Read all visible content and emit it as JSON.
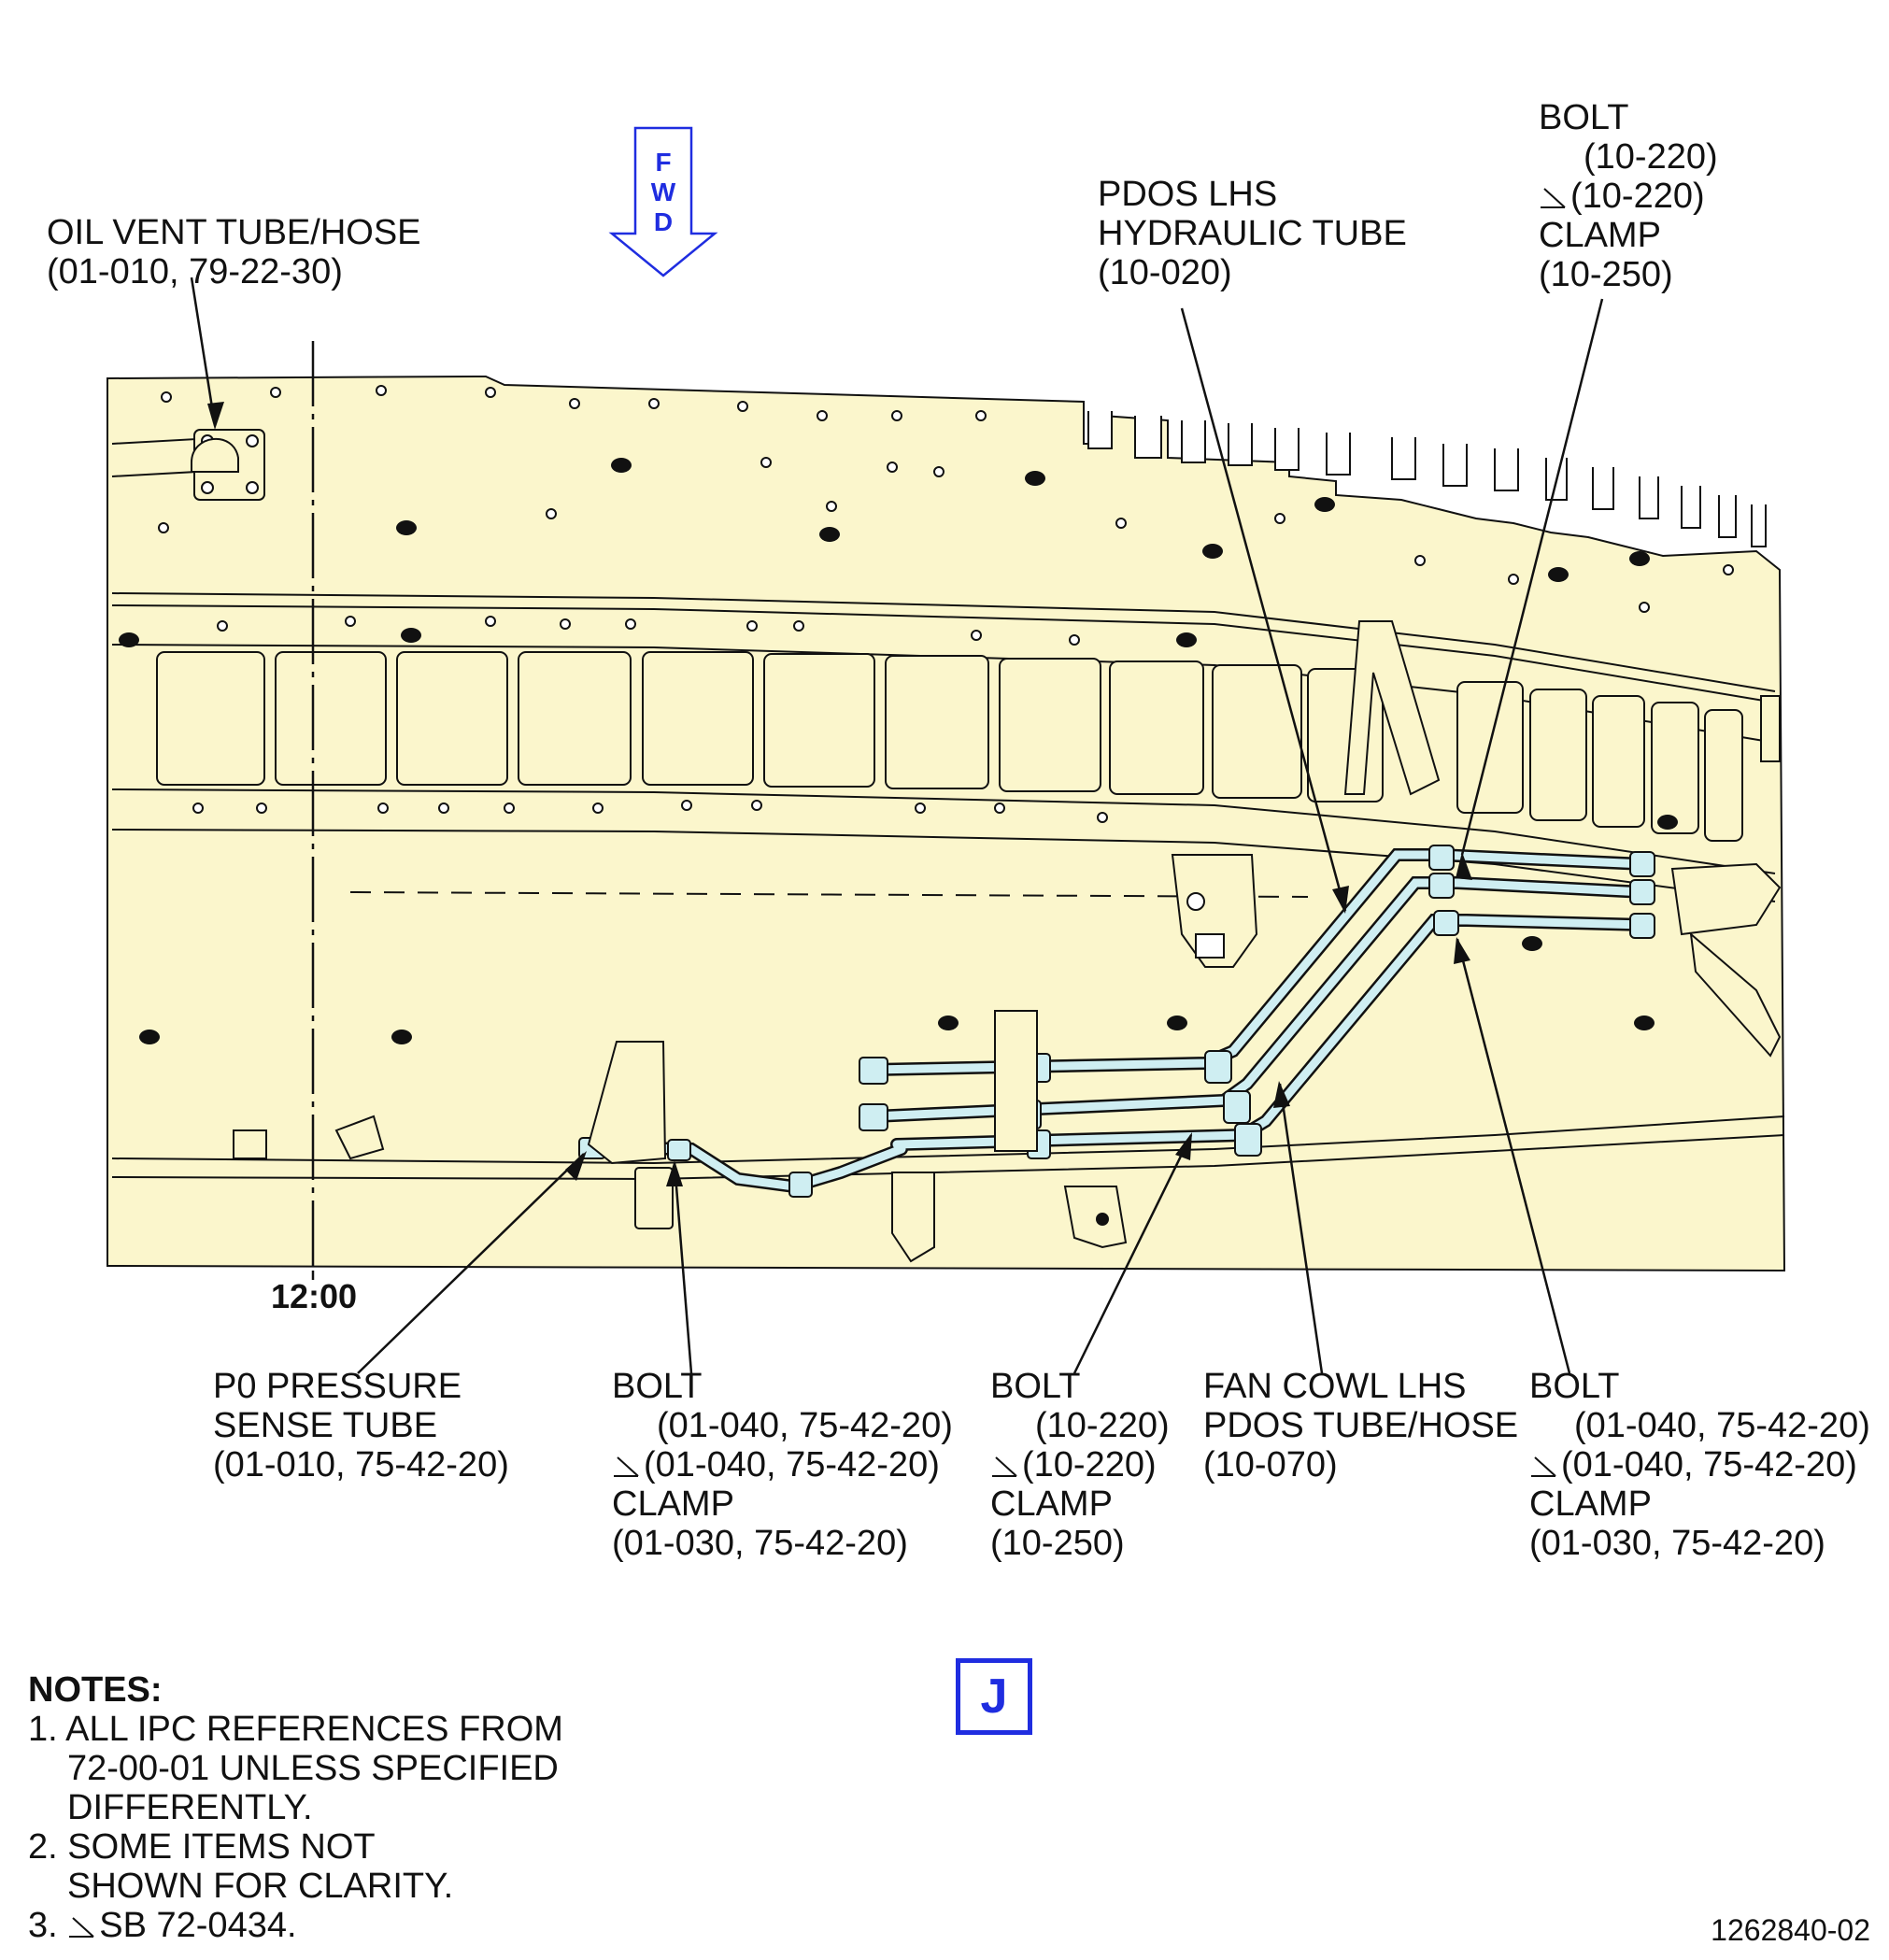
{
  "fwd": {
    "letters": [
      "F",
      "W",
      "D"
    ]
  },
  "clock_position": "12:00",
  "callouts": {
    "oil_vent": [
      "OIL VENT TUBE/HOSE",
      "(01-010, 79-22-30)"
    ],
    "pdos_hydraulic": [
      "PDOS LHS",
      "HYDRAULIC TUBE",
      "(10-020)"
    ],
    "bolt_top_right": {
      "title": "BOLT",
      "ref1": "(10-220)",
      "ref2": "(10-220)",
      "clamp": "CLAMP",
      "clamp_ref": "(10-250)"
    },
    "p0_pressure": [
      "P0 PRESSURE",
      "SENSE TUBE",
      "(01-010, 75-42-20)"
    ],
    "bolt_left": {
      "title": "BOLT",
      "ref1": "(01-040, 75-42-20)",
      "ref2": "(01-040, 75-42-20)",
      "clamp": "CLAMP",
      "clamp_ref": "(01-030, 75-42-20)"
    },
    "bolt_middle": {
      "title": "BOLT",
      "ref1": "(10-220)",
      "ref2": "(10-220)",
      "clamp": "CLAMP",
      "clamp_ref": "(10-250)"
    },
    "fan_cowl": [
      "FAN COWL LHS",
      "PDOS TUBE/HOSE",
      "(10-070)"
    ],
    "bolt_right": {
      "title": "BOLT",
      "ref1": "(01-040, 75-42-20)",
      "ref2": "(01-040, 75-42-20)",
      "clamp": "CLAMP",
      "clamp_ref": "(01-030, 75-42-20)"
    }
  },
  "notes": {
    "heading": "NOTES:",
    "items": [
      [
        "1. ALL IPC REFERENCES FROM",
        "72-00-01 UNLESS SPECIFIED",
        "DIFFERENTLY."
      ],
      [
        "2. SOME ITEMS NOT",
        "SHOWN FOR CLARITY."
      ],
      [
        "3.",
        "SB 72-0434."
      ]
    ]
  },
  "view_label": "J",
  "figure_number": "1262840-02",
  "colors": {
    "panel_fill": "#fbf6cc",
    "tube_fill": "#cfeef2",
    "accent_blue": "#1f2de0",
    "line": "#111111"
  }
}
